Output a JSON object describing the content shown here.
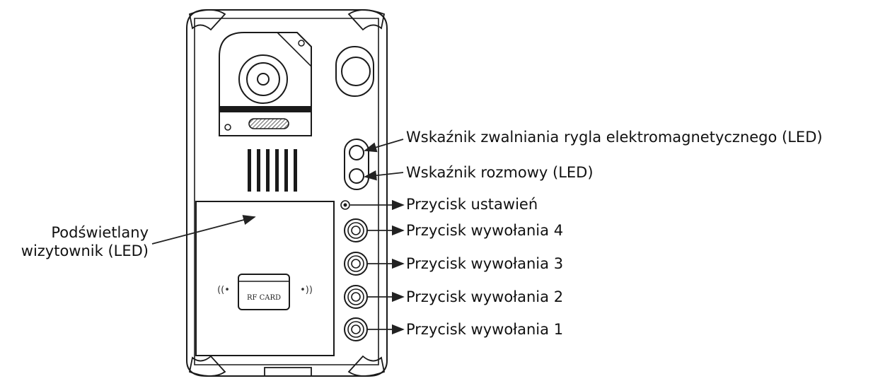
{
  "card_reader": {
    "text": "RF CARD",
    "wave_left": "((•",
    "wave_right": "•))"
  },
  "labels": {
    "lock_led": "Wskaźnik zwalniania rygla elektromagnetycznego (LED)",
    "talk_led": "Wskaźnik rozmowy (LED)",
    "settings_button": "Przycisk ustawień",
    "call_button_4": "Przycisk wywołania 4",
    "call_button_3": "Przycisk wywołania 3",
    "call_button_2": "Przycisk wywołania 2",
    "call_button_1": "Przycisk wywołania 1",
    "name_tag_line1": "Podświetlany",
    "name_tag_line2": "wizytownik (LED)"
  }
}
